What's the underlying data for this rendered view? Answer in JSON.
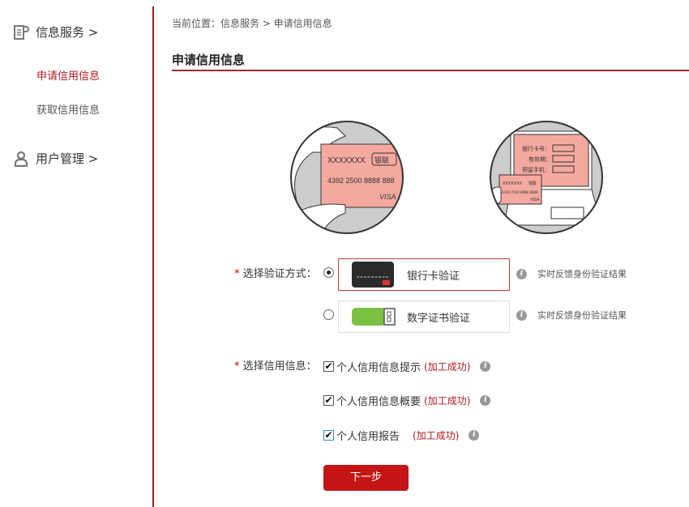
{
  "sidebar": {
    "sections": [
      {
        "label": "信息服务 >",
        "icon": "document-icon",
        "items": [
          {
            "label": "申请信用信息",
            "active": true
          },
          {
            "label": "获取信用信息",
            "active": false
          }
        ]
      },
      {
        "label": "用户管理 >",
        "icon": "user-icon"
      }
    ]
  },
  "breadcrumb": "当前位置：信息服务 > 申请信用信息",
  "page_title": "申请信用信息",
  "illustrations": {
    "card": {
      "name": "XXXXXXX",
      "brand": "银联",
      "number": "4392 2500 8888 888",
      "network": "VISA"
    },
    "laptop": {
      "fields": [
        "银行卡号：",
        "有效期：",
        "预留手机："
      ],
      "card_name": "XXXXXXX",
      "card_brand": "银联",
      "card_number": "4392 2500 8888 8888",
      "card_network": "VISA"
    }
  },
  "verify": {
    "label": "选择验证方式：",
    "required_mark": "*",
    "options": [
      {
        "label": "银行卡验证",
        "selected": true,
        "hint": "实时反馈身份验证结果"
      },
      {
        "label": "数字证书验证",
        "selected": false,
        "hint": "实时反馈身份验证结果"
      }
    ]
  },
  "credit": {
    "label": "选择信用信息：",
    "required_mark": "*",
    "items": [
      {
        "label": "个人信用信息提示",
        "status": "(加工成功)",
        "checked": true
      },
      {
        "label": "个人信用信息概要",
        "status": "(加工成功)",
        "checked": true
      },
      {
        "label": "个人信用报告",
        "status": "(加工成功)",
        "checked": true
      }
    ]
  },
  "next_button": "下一步",
  "colors": {
    "accent": "#c41515",
    "line": "#9b1c1c",
    "card_pink": "#f4a9a0",
    "usb_green": "#7cc043"
  }
}
